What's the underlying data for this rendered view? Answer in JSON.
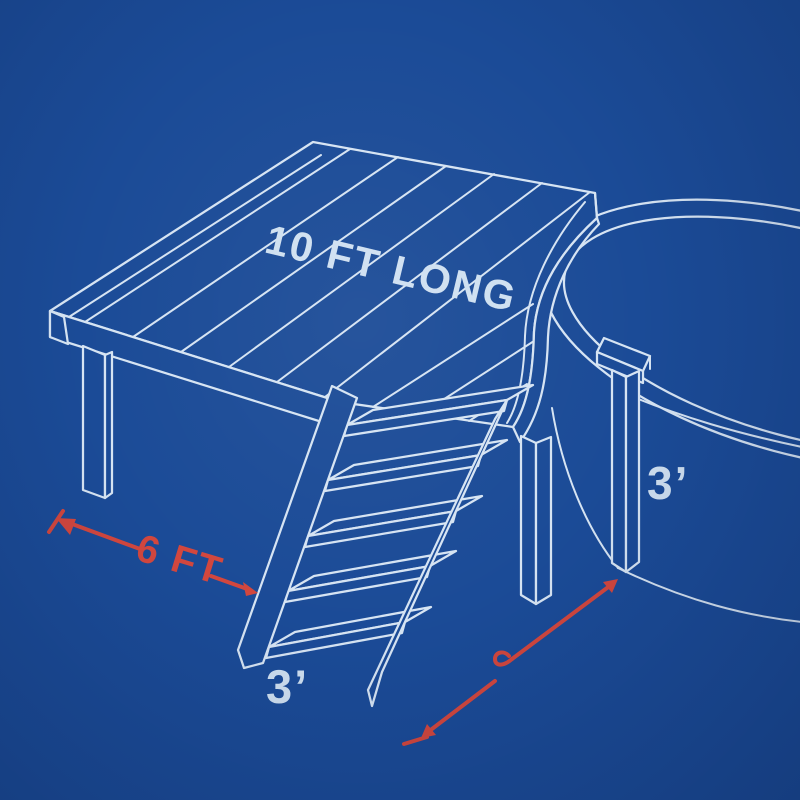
{
  "scene": {
    "description": "Blueprint-style drawing of a rectangular pool deck with staircase beside a round above-ground pool"
  },
  "labels": {
    "deck_length": "10 FT LONG",
    "deck_width": "6 FT",
    "stair_height": "3’",
    "pool_wall_height": "3’"
  },
  "colors": {
    "background": "#1b4b97",
    "line": "#d6e4f3",
    "accent_red": "#d2473e",
    "label_text": "#cfe0f1"
  }
}
